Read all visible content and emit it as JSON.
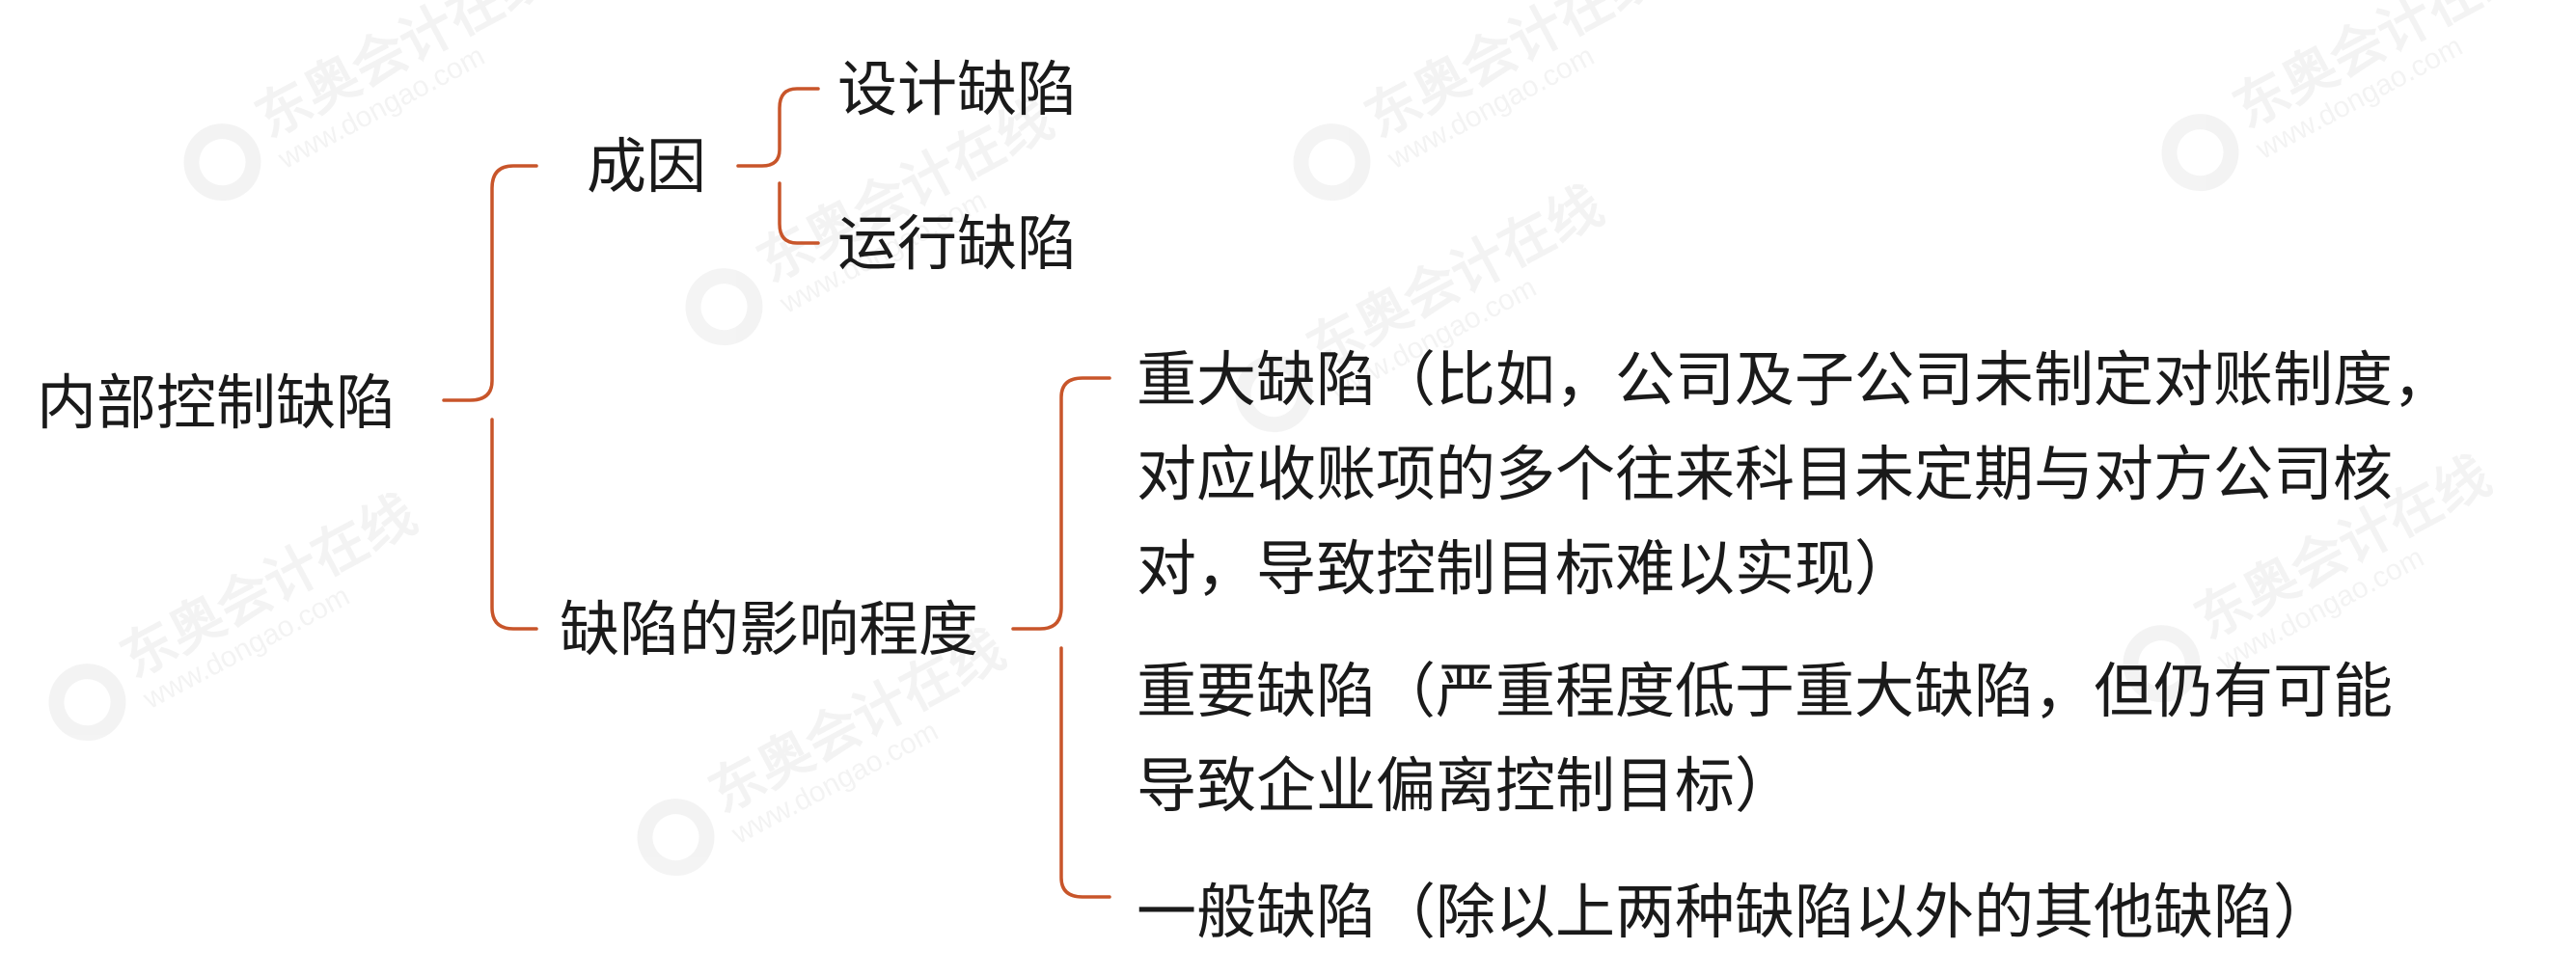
{
  "colors": {
    "connector": "#c8552a",
    "text": "#1a1a1a"
  },
  "watermark": {
    "cn": "东奥会计在线",
    "url": "www.dongao.com"
  },
  "root": {
    "label": "内部控制缺陷"
  },
  "cause": {
    "label": "成因",
    "children": [
      "设计缺陷",
      "运行缺陷"
    ]
  },
  "impact": {
    "label": "缺陷的影响程度",
    "children": [
      {
        "lines": [
          "重大缺陷（比如，公司及子公司未制定对账制度，",
          "对应收账项的多个往来科目未定期与对方公司核",
          "对，导致控制目标难以实现）"
        ]
      },
      {
        "lines": [
          "重要缺陷（严重程度低于重大缺陷，但仍有可能",
          "导致企业偏离控制目标）"
        ]
      },
      {
        "lines": [
          "一般缺陷（除以上两种缺陷以外的其他缺陷）"
        ]
      }
    ]
  }
}
